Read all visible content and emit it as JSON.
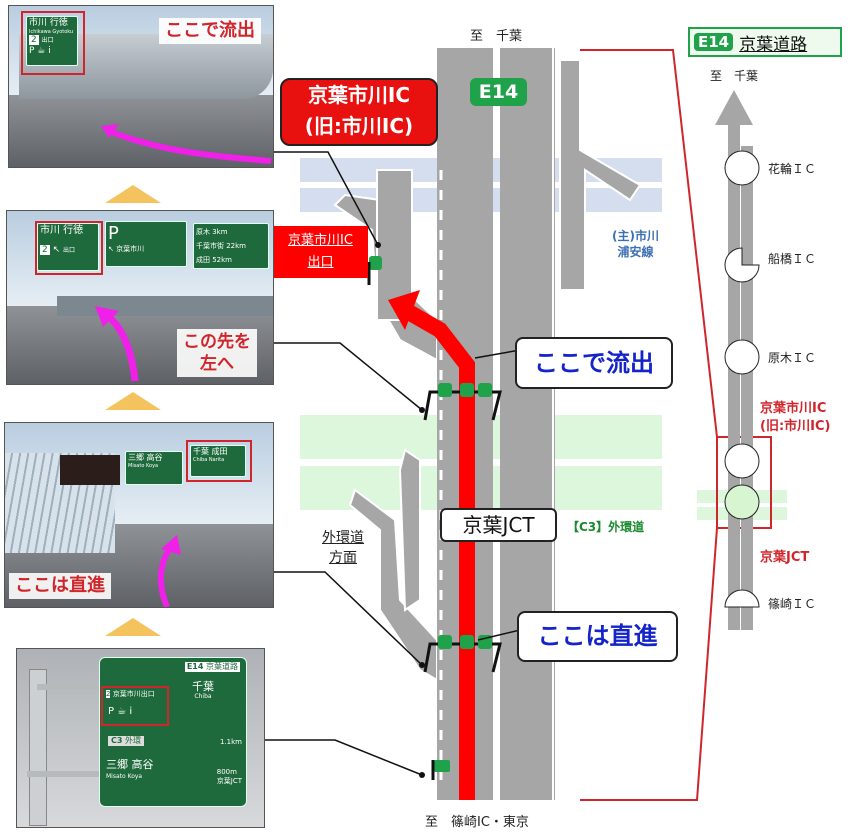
{
  "diagram": {
    "to_top": "至　千葉",
    "to_bottom": "至　篠崎IC・東京",
    "route_badge": "E14",
    "ic_callout": {
      "line1": "京葉市川IC",
      "line2": "(旧:市川IC)"
    },
    "exit_box": {
      "line1": "京葉市川IC",
      "line2": "出口"
    },
    "exit_here": "ここで流出",
    "go_straight": "ここは直進",
    "jct_label": "京葉JCT",
    "c3_label": "【C3】外環道",
    "gaikan_direction": {
      "line1": "外環道",
      "line2": "方面"
    },
    "crossroad": {
      "line1": "(主)市川",
      "line2": "浦安線"
    }
  },
  "photos": [
    {
      "caption": "ここで流出",
      "sign": {
        "dest": "市川 行徳",
        "roman": "Ichikawa Gyotoku",
        "exit_no": "2",
        "exit": "出口",
        "services": "P ☕ i"
      }
    },
    {
      "caption_line1": "この先を",
      "caption_line2": "左へ",
      "sign": {
        "dest": "市川 行徳",
        "exit_no": "2",
        "exit": "出口",
        "p": "P",
        "p_dest": "京葉市川",
        "right_lines": [
          "原木 3km",
          "千葉市街 22km",
          "成田 52km"
        ]
      }
    },
    {
      "caption": "ここは直進",
      "sign": {
        "left_dest": "三郷 高谷",
        "left_roman": "Misato Koya",
        "right_dest": "千葉 成田",
        "right_roman": "Chiba Narita"
      }
    },
    {
      "sign": {
        "route": "E14",
        "route_name": "京葉道路",
        "exit_no": "2",
        "exit_name": "京葉市川出口",
        "services": "P ☕ i",
        "main_dest": "千葉",
        "main_roman": "Chiba",
        "c3": "C3",
        "c3_name": "外環",
        "c3_dest": "三郷 高谷",
        "c3_roman": "Misato Koya",
        "dist1": "1.1km",
        "dist2": "800m",
        "jct": "京葉JCT"
      }
    }
  ],
  "route_map": {
    "title_badge": "E14",
    "title": "京葉道路",
    "to_top": "至　千葉",
    "stops": [
      {
        "name": "花輪ＩＣ",
        "type": "full"
      },
      {
        "name": "船橋ＩＣ",
        "type": "partial"
      },
      {
        "name": "原木ＩＣ",
        "type": "full"
      },
      {
        "name": "京葉市川IC",
        "name2": "(旧:市川IC)",
        "type": "full",
        "highlight": true
      },
      {
        "name": "京葉JCT",
        "type": "jct",
        "highlight": true
      },
      {
        "name": "篠崎ＩＣ",
        "type": "half"
      }
    ]
  },
  "colors": {
    "accent_red": "#d0262b",
    "sign_green": "#1f6a3c",
    "callout_blue": "#1424c8",
    "road_gray": "#a6a6a6",
    "magenta": "#f020e8"
  }
}
